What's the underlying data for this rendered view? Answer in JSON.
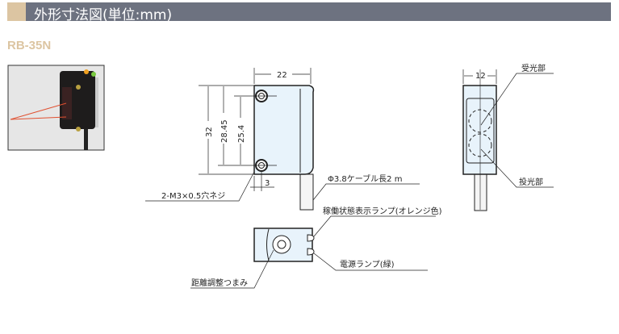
{
  "header": {
    "title": "外形寸法図(単位:mm)"
  },
  "model": "RB-35N",
  "photo": {
    "alt": "product-photo"
  },
  "front_view": {
    "width": "22",
    "height": "32",
    "hole_pitch_outer": "28.45",
    "hole_pitch": "25.4",
    "hole_offset": "3",
    "hole_label": "2-M3×0.5穴ネジ",
    "cable_label": "Φ3.8ケーブル長2 m"
  },
  "side_view": {
    "width": "12",
    "receiver_label": "受光部",
    "emitter_label": "投光部"
  },
  "bottom_view": {
    "status_lamp_label": "稼働状態表示ランプ(オレンジ色)",
    "power_lamp_label": "電源ランプ(緑)",
    "knob_label": "距離調整つまみ"
  },
  "colors": {
    "accent": "#dcc5a2",
    "header": "#6d7280",
    "body_fill": "#e8f3fb"
  }
}
